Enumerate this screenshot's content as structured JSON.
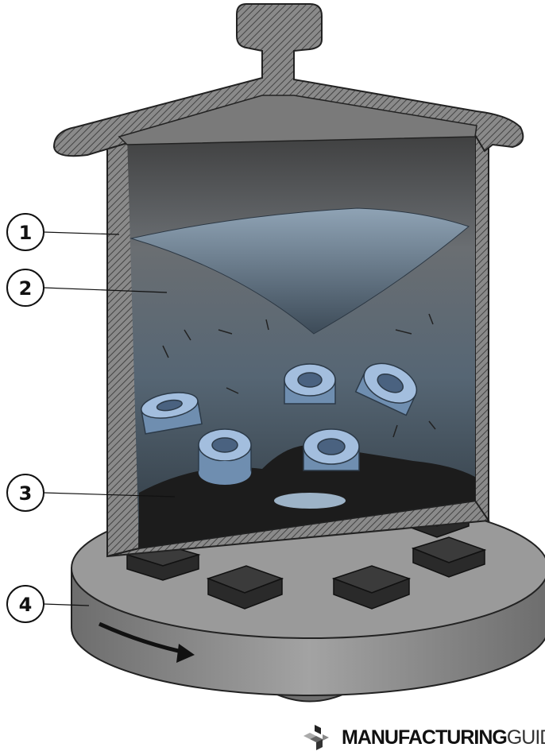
{
  "callouts": [
    {
      "label": "1"
    },
    {
      "label": "2"
    },
    {
      "label": "3"
    },
    {
      "label": "4"
    }
  ],
  "logo": {
    "bold": "MANUFACTURING",
    "light": "GUIDE"
  },
  "colors": {
    "ring": "#8fb0d4",
    "hatch": "#555555",
    "base": "#8a8a8a",
    "interior": "#3e4a55"
  }
}
